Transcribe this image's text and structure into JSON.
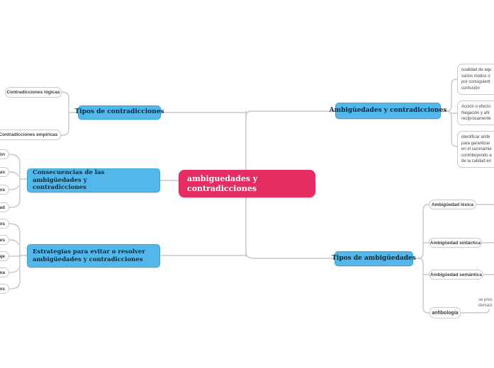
{
  "colors": {
    "bg": "#ffffff",
    "root_pink": "#e32d63",
    "root_text": "#ffffff",
    "node_blue": "#53b7e9",
    "node_blue_border": "#38a4d9",
    "node_text": "#0c2b3f",
    "child_border": "#c9c9c9",
    "child_text": "#3c3c3c",
    "connector": "#c5c8ca"
  },
  "root": {
    "label": "ambiguedades y\ncontradicciones"
  },
  "branches": {
    "tipos_contradicciones": {
      "label": "Tipos de contradicciones",
      "children": [
        {
          "label": "Contradicciones lógicas"
        },
        {
          "label": "Contradicciones empíricas"
        }
      ]
    },
    "ambiguedades_contradicciones": {
      "label": "Ambigüedades y contradicciones",
      "notes": [
        {
          "text": "cualidad de aqu\nvarios modos o\npor consiguient\nconfusión"
        },
        {
          "text": "Acción o efecto\nNegación y afir\nrecíprocamente"
        },
        {
          "text": "identificar ambi\npara garantizar\nen el razonamie\ncontribuyendo a\nde la calidad en"
        }
      ]
    },
    "consecuencias": {
      "label": "Consecuencias de las ambigüedades y\ncontradicciones",
      "children_fragments": [
        "ión",
        "eas",
        "dos",
        "dad"
      ]
    },
    "estrategias": {
      "label": "Estrategias para evitar o resolver\nambigüedades y contradicciones",
      "children_fragments": [
        "tos",
        "nes",
        "aje",
        "ma",
        "tos"
      ]
    },
    "tipos_ambiguedades": {
      "label": "Tipos de ambigüedades",
      "children": [
        {
          "label": "Ambigüedad léxica"
        },
        {
          "label": "Ambigüedad sintáctica"
        },
        {
          "label": "Ambigüedad semántica"
        },
        {
          "label": "anfibología"
        }
      ],
      "floating_fragment": "se pres\ndemasi"
    }
  }
}
